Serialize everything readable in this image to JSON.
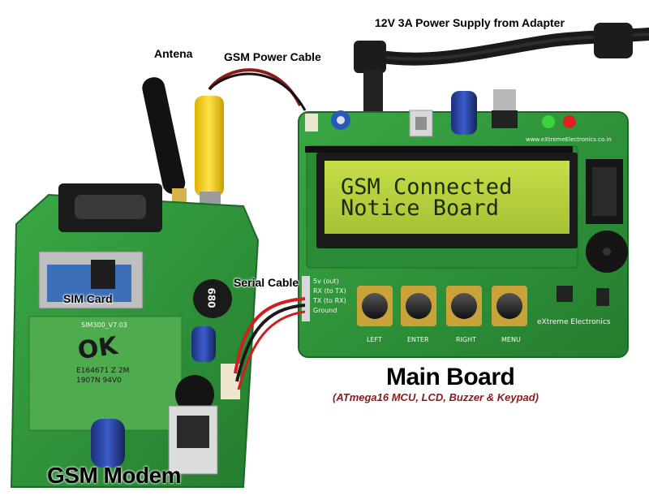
{
  "labels": {
    "power_supply": "12V 3A Power Supply from Adapter",
    "antena": "Antena",
    "gsm_power_cable": "GSM Power Cable",
    "sim_card": "SIM Card",
    "serial_cable": "Serial Cable",
    "main_board": "Main Board",
    "main_board_sub": "(ATmega16 MCU, LCD, Buzzer & Keypad)",
    "gsm_modem": "GSM Modem"
  },
  "lcd": {
    "line1": "GSM Connected",
    "line2": "Notice Board"
  },
  "main_board_silkscreen": {
    "header_pins": [
      "5v (out)",
      "RX (to TX)",
      "TX (to RX)",
      "Ground"
    ],
    "buttons": [
      "LEFT",
      "ENTER",
      "RIGHT",
      "MENU"
    ],
    "brand": "eXtreme Electronics",
    "url": "www.eXtremeElectronics.co.in"
  },
  "modem_silkscreen": {
    "board_name": "SIM300_V7.03",
    "module_marks": [
      "E164671 Z 2M",
      "1907N 94V0"
    ],
    "handwriting": "OK",
    "inductor": "680"
  },
  "colors": {
    "pcb_green": "#2f9a3a",
    "lcd_backlight": "#b7d13a",
    "label_red": "#8b1a1a"
  }
}
